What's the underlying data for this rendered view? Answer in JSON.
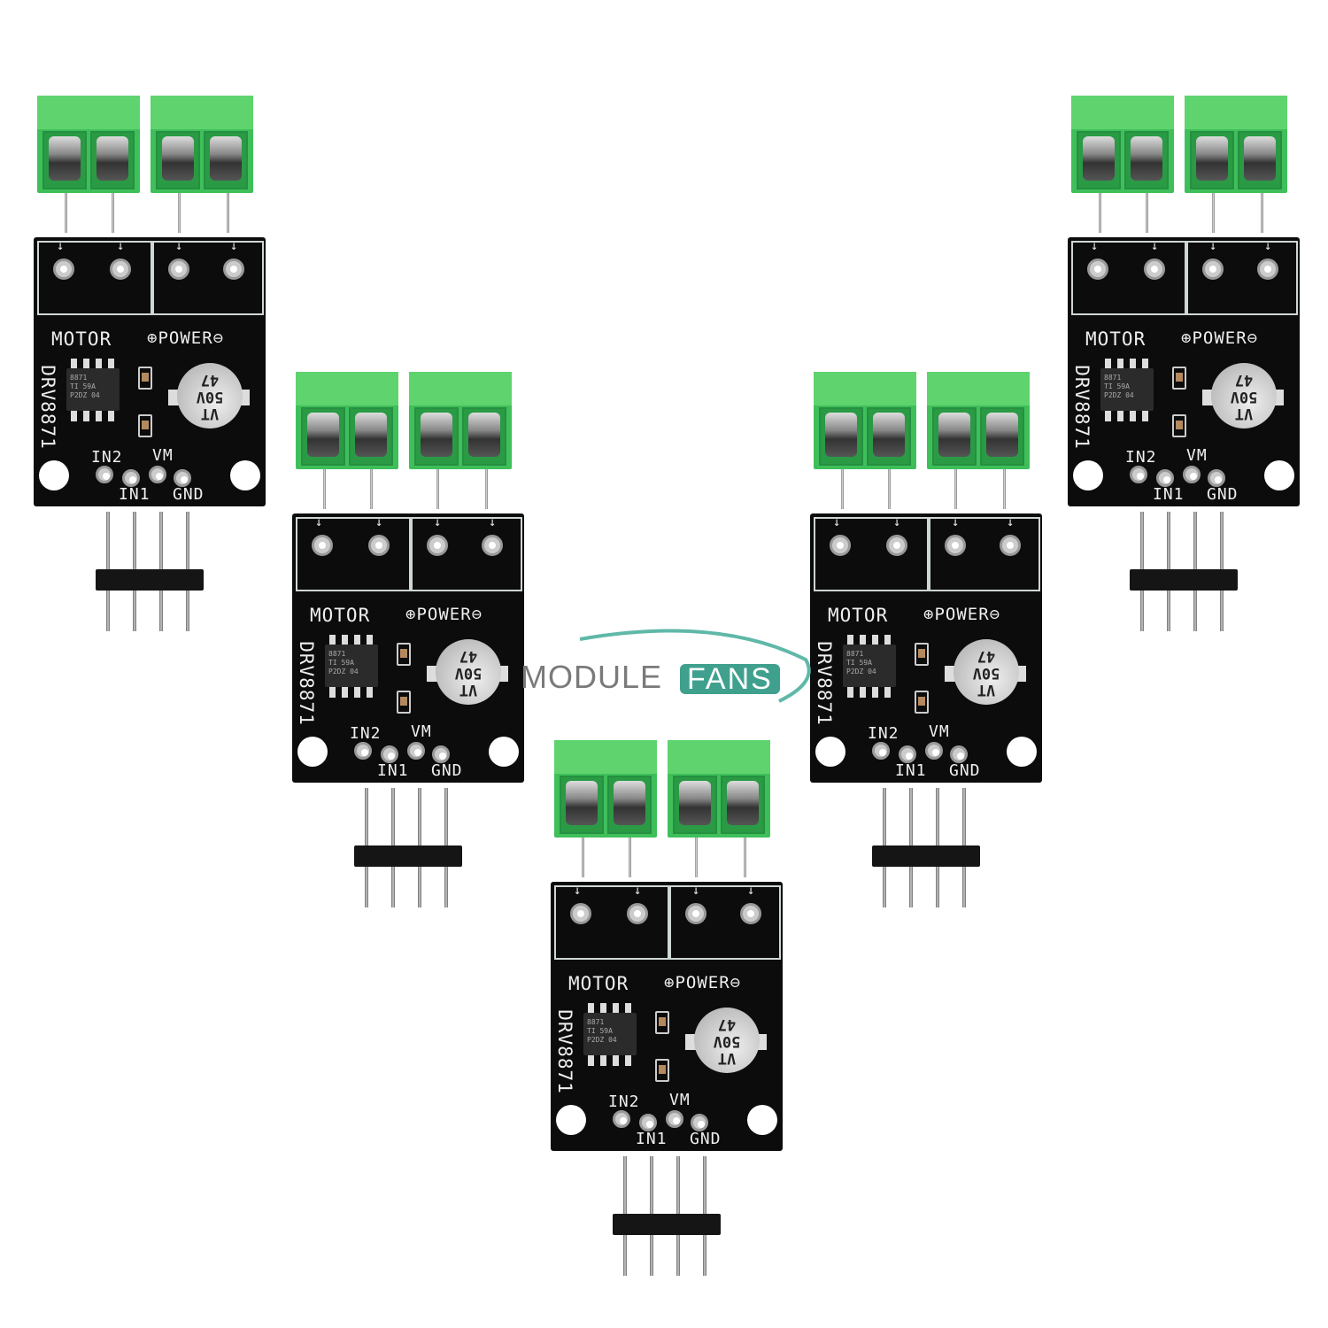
{
  "board": {
    "silk_motor": "MOTOR",
    "silk_power": "⊕POWER⊖",
    "silk_chip": "DRV8871",
    "ic_marking": [
      "8871",
      "TI 59A",
      "P2DZ 04"
    ],
    "cap_marking": [
      "VT",
      "50V",
      "47"
    ],
    "pin_labels": {
      "in2": "IN2",
      "vm": "VM",
      "in1": "IN1",
      "gnd": "GND"
    }
  },
  "board_count": 5,
  "watermark": {
    "left": "MODULE",
    "right": "FANS",
    "color": "#3fa08e"
  }
}
